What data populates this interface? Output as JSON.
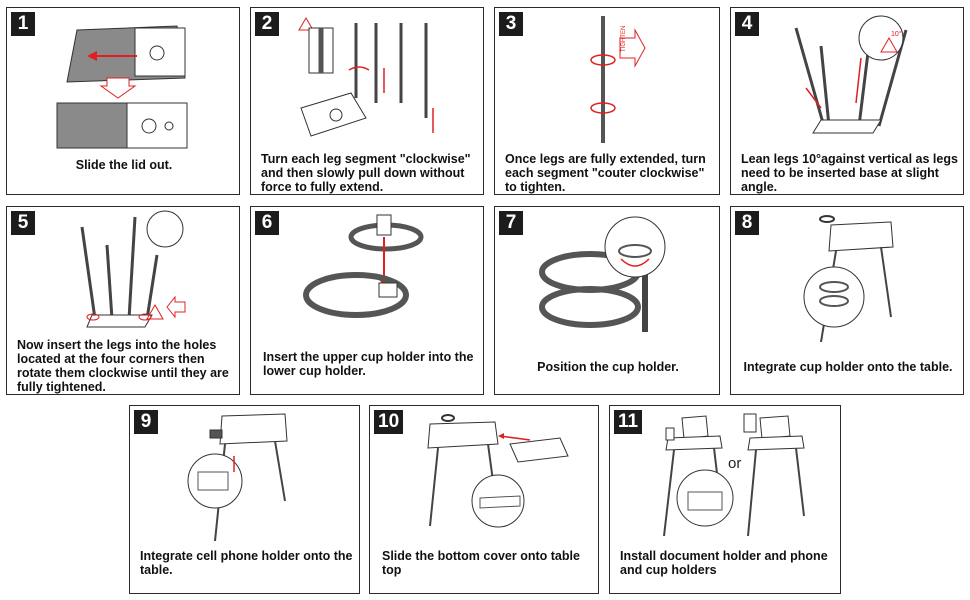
{
  "steps": [
    {
      "number": "1",
      "text": "Slide the lid out."
    },
    {
      "number": "2",
      "text": "Turn each leg segment \"clockwise\" and then slowly pull down without force to fully extend."
    },
    {
      "number": "3",
      "text": "Once legs are fully extended, turn each segment \"couter clockwise\" to tighten."
    },
    {
      "number": "4",
      "text": "Lean legs 10°against vertical as legs need to be inserted base at slight angle."
    },
    {
      "number": "5",
      "text": "Now insert the legs into the holes located at the four corners then rotate them clockwise until they are fully tightened."
    },
    {
      "number": "6",
      "text": "Insert the upper cup holder into the lower cup holder."
    },
    {
      "number": "7",
      "text": "Position the cup holder."
    },
    {
      "number": "8",
      "text": "Integrate cup holder onto the table."
    },
    {
      "number": "9",
      "text": "Integrate cell phone holder onto the table."
    },
    {
      "number": "10",
      "text": "Slide the bottom cover onto table top"
    },
    {
      "number": "11",
      "text": "Install document holder and phone and cup holders"
    }
  ],
  "labels": {
    "turn_arrow_text": "TIGHTEN",
    "angle_text": "10°",
    "or_text": "or"
  },
  "colors": {
    "accent": "#e02020",
    "ink": "#1c1c1c",
    "lid": "#8a8a8a"
  }
}
